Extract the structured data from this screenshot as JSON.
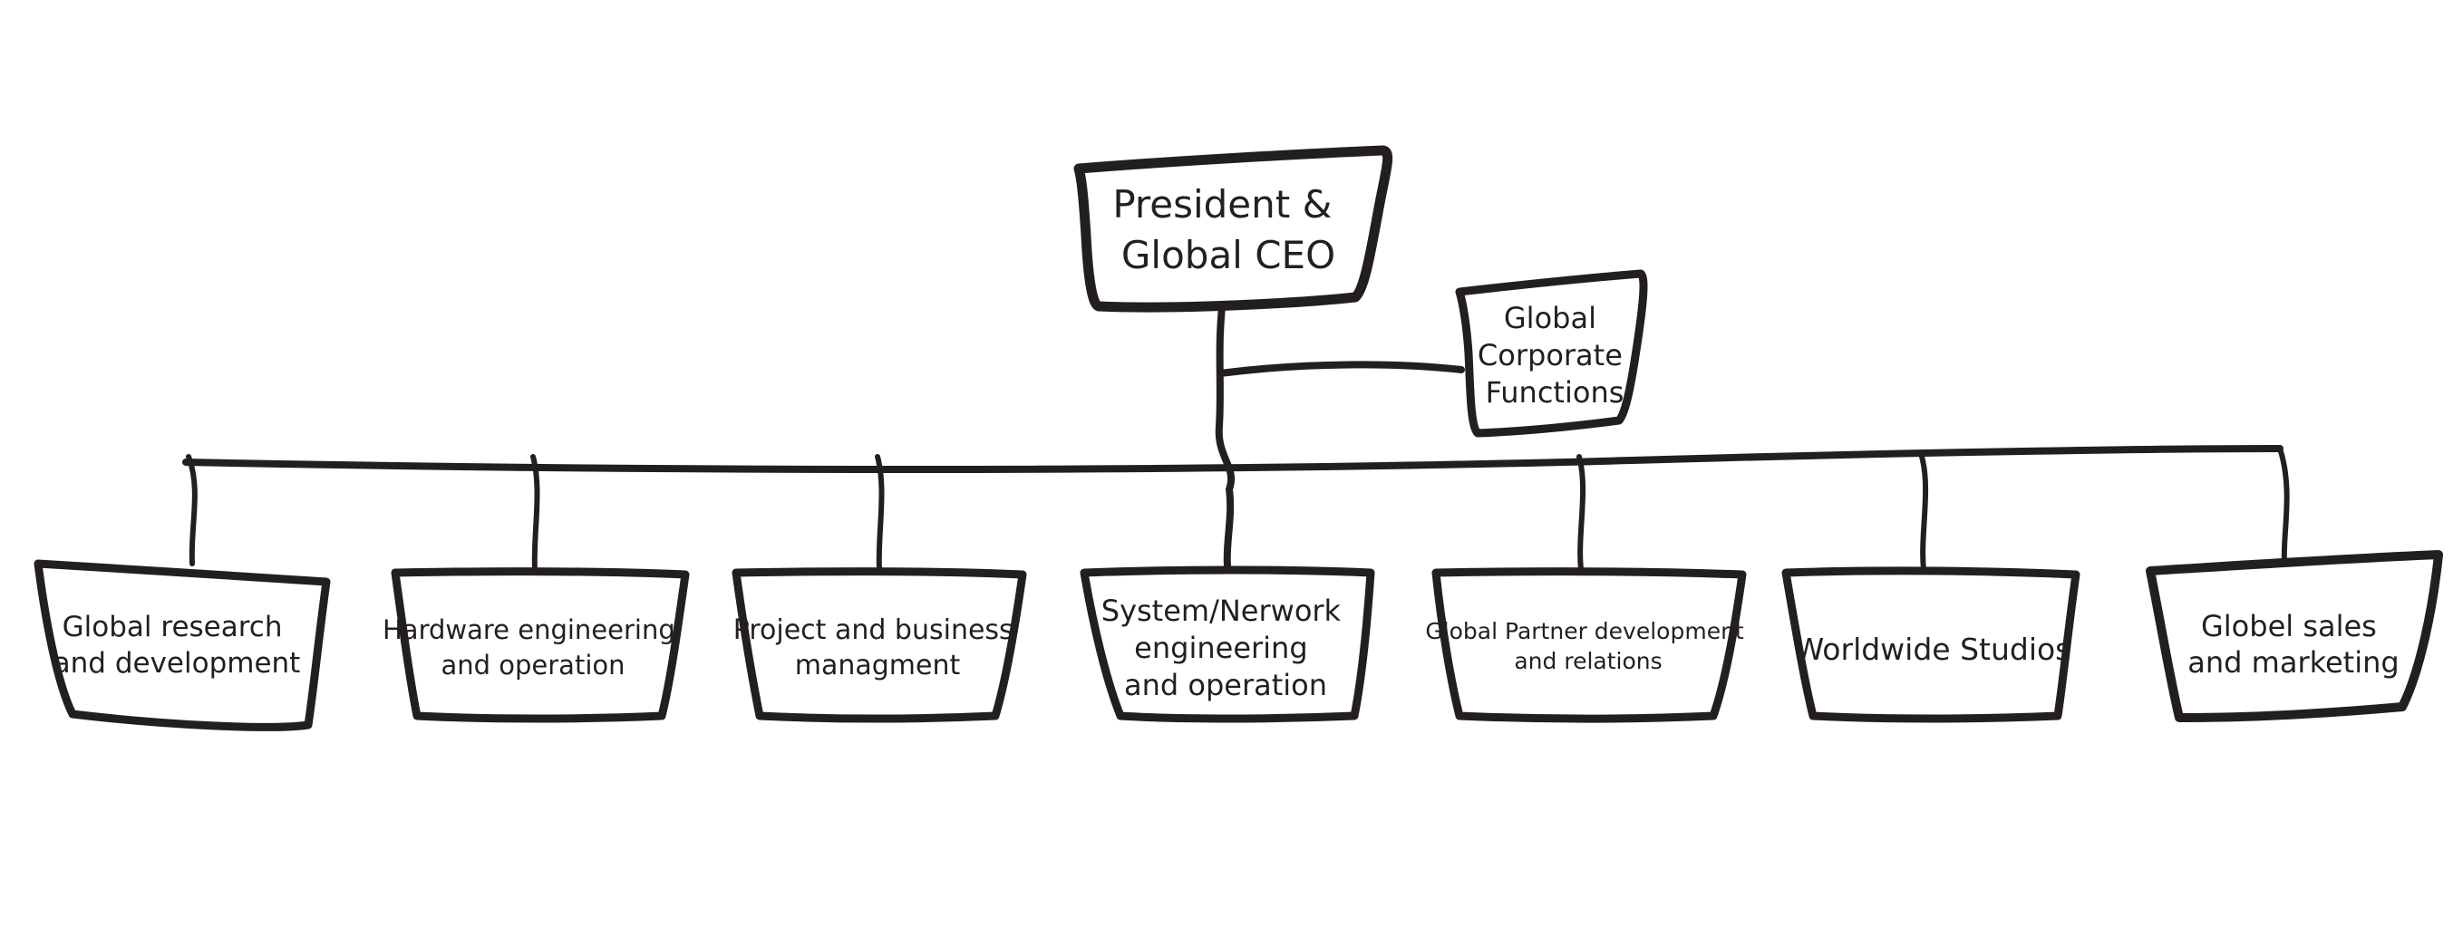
{
  "org_chart": {
    "ceo": {
      "lines": [
        "President &",
        "Global CEO"
      ]
    },
    "staff": {
      "lines": [
        "Global",
        "Corporate",
        "Functions"
      ]
    },
    "divisions": [
      {
        "lines": [
          "Global research",
          "and development"
        ]
      },
      {
        "lines": [
          "Hardware engineering",
          "and operation"
        ]
      },
      {
        "lines": [
          "Project and business",
          "managment"
        ]
      },
      {
        "lines": [
          "System/Nerwork",
          "engineering",
          "and operation"
        ]
      },
      {
        "lines": [
          "Global Partner development",
          "and relations"
        ]
      },
      {
        "lines": [
          "Worldwide Studios"
        ]
      },
      {
        "lines": [
          "Globel sales",
          "and marketing"
        ]
      }
    ]
  },
  "colors": {
    "stroke": "#231f20",
    "fill": "#ffffff",
    "background": "#ffffff"
  }
}
